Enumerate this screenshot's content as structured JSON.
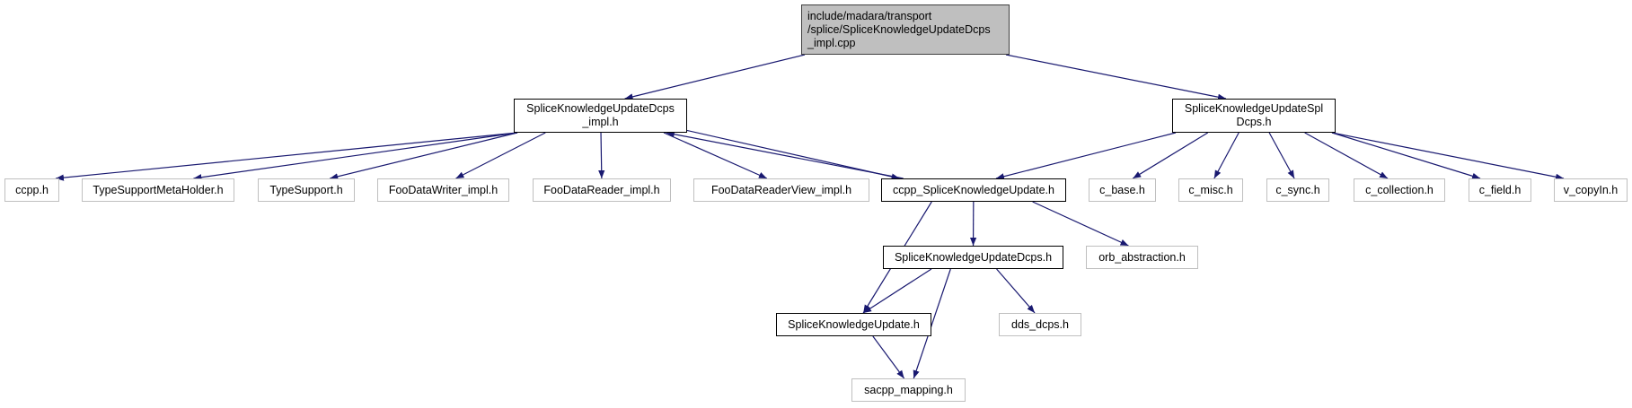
{
  "diagram": {
    "edge_color": "#191970",
    "nodes": [
      {
        "id": "root",
        "name": "node-impl-cpp",
        "lines": [
          "include/madara/transport",
          "/splice/SpliceKnowledgeUpdateDcps",
          "_impl.cpp"
        ],
        "style": "root",
        "fill": "#bfbfbf"
      },
      {
        "id": "impl_h",
        "name": "node-dcps-impl-h",
        "lines": [
          "SpliceKnowledgeUpdateDcps",
          "_impl.h"
        ],
        "style": "black"
      },
      {
        "id": "spl_h",
        "name": "node-spl-dcps-h",
        "lines": [
          "SpliceKnowledgeUpdateSpl",
          "Dcps.h"
        ],
        "style": "black"
      },
      {
        "id": "ccpp",
        "name": "node-ccpp-h",
        "lines": [
          "ccpp.h"
        ],
        "style": "grey"
      },
      {
        "id": "tsmh",
        "name": "node-typesupportmetaholder-h",
        "lines": [
          "TypeSupportMetaHolder.h"
        ],
        "style": "grey"
      },
      {
        "id": "ts",
        "name": "node-typesupport-h",
        "lines": [
          "TypeSupport.h"
        ],
        "style": "grey"
      },
      {
        "id": "fdw",
        "name": "node-foodatawriter-impl-h",
        "lines": [
          "FooDataWriter_impl.h"
        ],
        "style": "grey"
      },
      {
        "id": "fdr",
        "name": "node-foodatareader-impl-h",
        "lines": [
          "FooDataReader_impl.h"
        ],
        "style": "grey"
      },
      {
        "id": "fdrv",
        "name": "node-foodatareaderview-impl-h",
        "lines": [
          "FooDataReaderView_impl.h"
        ],
        "style": "grey"
      },
      {
        "id": "ccpp_sku",
        "name": "node-ccpp-spliceknowledgeupdate-h",
        "lines": [
          "ccpp_SpliceKnowledgeUpdate.h"
        ],
        "style": "black"
      },
      {
        "id": "cbase",
        "name": "node-c-base-h",
        "lines": [
          "c_base.h"
        ],
        "style": "grey"
      },
      {
        "id": "cmisc",
        "name": "node-c-misc-h",
        "lines": [
          "c_misc.h"
        ],
        "style": "grey"
      },
      {
        "id": "csync",
        "name": "node-c-sync-h",
        "lines": [
          "c_sync.h"
        ],
        "style": "grey"
      },
      {
        "id": "ccoll",
        "name": "node-c-collection-h",
        "lines": [
          "c_collection.h"
        ],
        "style": "grey"
      },
      {
        "id": "cfield",
        "name": "node-c-field-h",
        "lines": [
          "c_field.h"
        ],
        "style": "grey"
      },
      {
        "id": "vcopy",
        "name": "node-v-copyin-h",
        "lines": [
          "v_copyIn.h"
        ],
        "style": "grey"
      },
      {
        "id": "dcps_h",
        "name": "node-spliceknowledgeupdatedcps-h",
        "lines": [
          "SpliceKnowledgeUpdateDcps.h"
        ],
        "style": "black"
      },
      {
        "id": "orb",
        "name": "node-orb-abstraction-h",
        "lines": [
          "orb_abstraction.h"
        ],
        "style": "grey"
      },
      {
        "id": "sku_h",
        "name": "node-spliceknowledgeupdate-h",
        "lines": [
          "SpliceKnowledgeUpdate.h"
        ],
        "style": "black"
      },
      {
        "id": "ddsdcps",
        "name": "node-dds-dcps-h",
        "lines": [
          "dds_dcps.h"
        ],
        "style": "grey"
      },
      {
        "id": "sacpp",
        "name": "node-sacpp-mapping-h",
        "lines": [
          "sacpp_mapping.h"
        ],
        "style": "grey"
      }
    ],
    "edges": [
      {
        "from": "root",
        "to": "impl_h"
      },
      {
        "from": "root",
        "to": "spl_h"
      },
      {
        "from": "impl_h",
        "to": "ccpp"
      },
      {
        "from": "impl_h",
        "to": "tsmh"
      },
      {
        "from": "impl_h",
        "to": "ts"
      },
      {
        "from": "impl_h",
        "to": "fdw"
      },
      {
        "from": "impl_h",
        "to": "fdr"
      },
      {
        "from": "impl_h",
        "to": "fdrv"
      },
      {
        "from": "impl_h",
        "to": "ccpp_sku"
      },
      {
        "from": "ccpp_sku",
        "to": "impl_h"
      },
      {
        "from": "spl_h",
        "to": "ccpp_sku"
      },
      {
        "from": "spl_h",
        "to": "cbase"
      },
      {
        "from": "spl_h",
        "to": "cmisc"
      },
      {
        "from": "spl_h",
        "to": "csync"
      },
      {
        "from": "spl_h",
        "to": "ccoll"
      },
      {
        "from": "spl_h",
        "to": "cfield"
      },
      {
        "from": "spl_h",
        "to": "vcopy"
      },
      {
        "from": "ccpp_sku",
        "to": "dcps_h"
      },
      {
        "from": "ccpp_sku",
        "to": "orb"
      },
      {
        "from": "ccpp_sku",
        "to": "sku_h"
      },
      {
        "from": "dcps_h",
        "to": "sku_h"
      },
      {
        "from": "dcps_h",
        "to": "ddsdcps"
      },
      {
        "from": "dcps_h",
        "to": "sacpp"
      },
      {
        "from": "sku_h",
        "to": "sacpp"
      }
    ]
  }
}
